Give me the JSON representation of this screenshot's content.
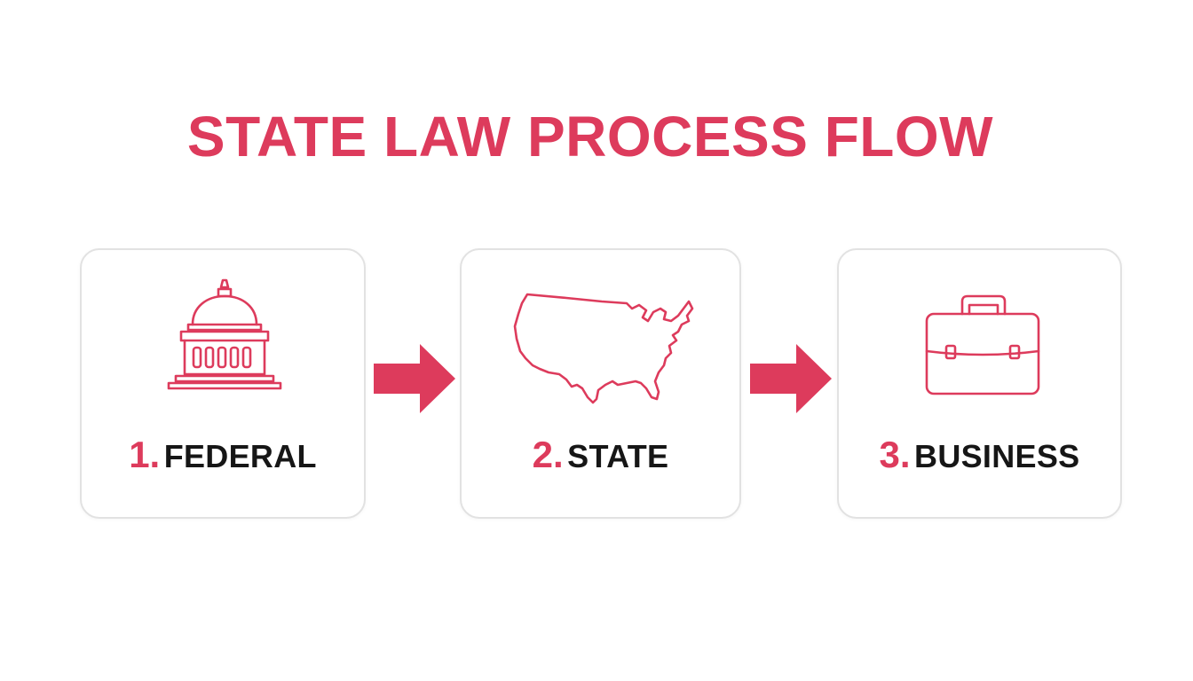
{
  "title": "STATE LAW PROCESS FLOW",
  "colors": {
    "accent": "#dd3b5c",
    "card_border": "#e2e2e2",
    "text_dark": "#161616",
    "background": "#ffffff"
  },
  "steps": [
    {
      "number": "1.",
      "label": "FEDERAL",
      "icon": "capitol-building-icon"
    },
    {
      "number": "2.",
      "label": "STATE",
      "icon": "usa-map-icon"
    },
    {
      "number": "3.",
      "label": "BUSINESS",
      "icon": "briefcase-icon"
    }
  ],
  "connectors": [
    "right-arrow-icon",
    "right-arrow-icon"
  ]
}
